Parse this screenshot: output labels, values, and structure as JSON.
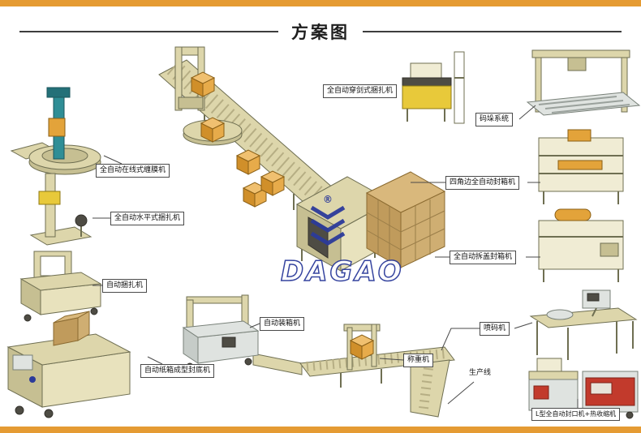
{
  "page": {
    "title": "方案图",
    "watermark": "DAGAO",
    "watermark_reg": "®"
  },
  "colors": {
    "accent_bar": "#E59B33",
    "label_border": "#4A4A4A",
    "machine_body": "#DDD6AB",
    "carton_orange": "#E3A33A",
    "carton_brown": "#CFAE72",
    "wrapper_teal": "#2F8E96",
    "panel_red": "#C23A2C",
    "watermark_blue": "#2B3A9A"
  },
  "labels": [
    {
      "id": "inline-wrapper",
      "text": "全自动在线式缠膜机"
    },
    {
      "id": "horizontal-strapper",
      "text": "全自动水平式捆扎机"
    },
    {
      "id": "auto-strapper",
      "text": "自动捆扎机"
    },
    {
      "id": "carton-former",
      "text": "自动纸箱成型封底机"
    },
    {
      "id": "case-packer",
      "text": "自动装箱机"
    },
    {
      "id": "sword-strapper",
      "text": "全自动穿剑式捆扎机"
    },
    {
      "id": "palletizing-system",
      "text": "码垛系统"
    },
    {
      "id": "four-corner-sealer",
      "text": "四角边全自动封箱机"
    },
    {
      "id": "lid-open-sealer",
      "text": "全自动拆盖封箱机"
    },
    {
      "id": "inkjet-coder",
      "text": "喷码机"
    },
    {
      "id": "weigher",
      "text": "称重机"
    },
    {
      "id": "production-line",
      "text": "生产线"
    },
    {
      "id": "l-sealer-shrink",
      "text": "L型全自动封口机+热收缩机"
    }
  ]
}
